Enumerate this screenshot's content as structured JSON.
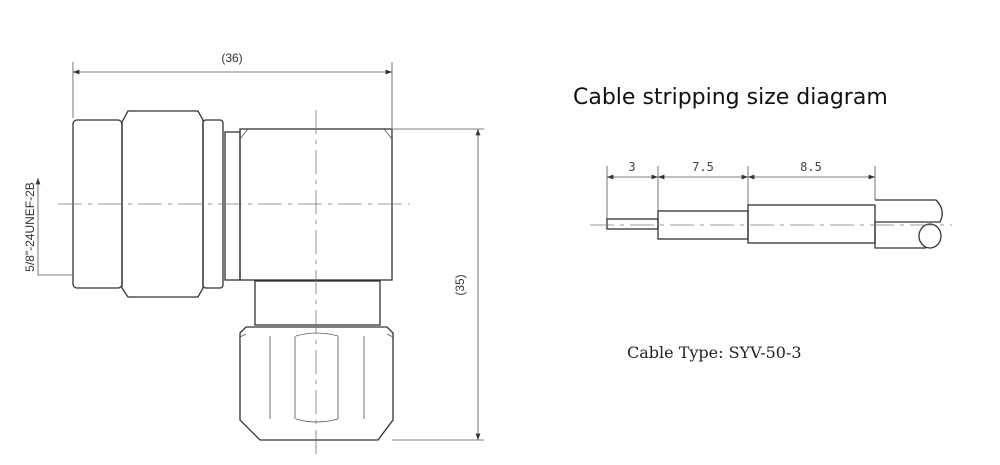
{
  "connector_drawing": {
    "width_dimension": "(36)",
    "height_dimension": "(35)",
    "thread_label": "5/8\"-24UNEF-2B"
  },
  "stripping_diagram": {
    "title": "Cable stripping size diagram",
    "segments": [
      "3",
      "7.5",
      "8.5"
    ],
    "cable_type": "Cable Type: SYV-50-3"
  }
}
